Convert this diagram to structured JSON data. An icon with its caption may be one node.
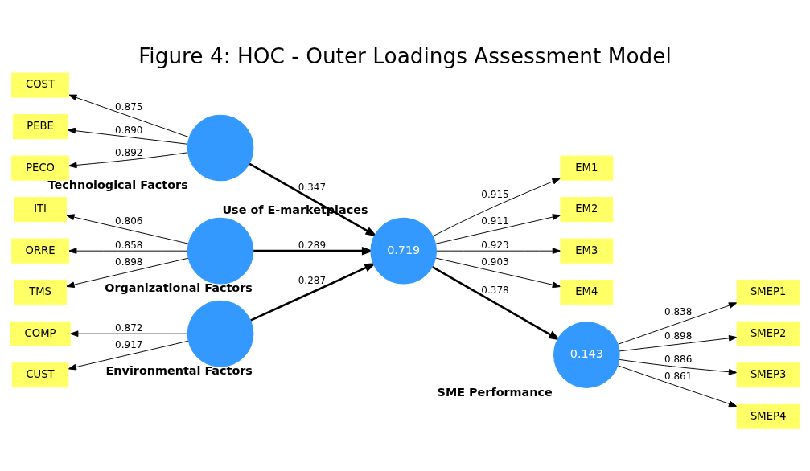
{
  "diagram": {
    "title": "Figure 4: HOC - Outer Loadings Assessment Model",
    "nodes": [
      {
        "text": [
          "COST"
        ]
      },
      {
        "text": [
          "PEBE"
        ]
      },
      {
        "text": [
          "PECO"
        ]
      },
      {
        "text": [
          "Technological Factors"
        ]
      },
      {
        "text": [
          "EM1"
        ]
      },
      {
        "text": [
          "EM2"
        ]
      },
      {
        "text": [
          "EM3"
        ]
      },
      {
        "text": [
          "EM4"
        ]
      },
      {
        "text": [
          "ITI"
        ]
      },
      {
        "text": [
          "ORRE"
        ]
      },
      {
        "text": [
          "TMS"
        ]
      },
      {
        "text": [
          "Organizational Factors"
        ]
      },
      {
        "text": [
          "0.719",
          "Use of E-marketplaces"
        ]
      },
      {
        "text": [
          "0.143",
          "SME Performance"
        ]
      },
      {
        "text": [
          "SMEP1"
        ]
      },
      {
        "text": [
          "SMEP2"
        ]
      },
      {
        "text": [
          "SMEP3"
        ]
      },
      {
        "text": [
          "SMEP4"
        ]
      },
      {
        "text": [
          "COMP"
        ]
      },
      {
        "text": [
          "CUST"
        ]
      },
      {
        "text": [
          "Environmental Factors"
        ]
      }
    ],
    "edges": [
      {
        "from": 3,
        "to": 0,
        "arrow": "to",
        "label": "0.875"
      },
      {
        "from": 3,
        "to": 1,
        "arrow": "to",
        "label": "0.890"
      },
      {
        "from": 3,
        "to": 2,
        "arrow": "to",
        "label": "0.892"
      },
      {
        "from": 3,
        "to": 12,
        "arrow": "to",
        "label": "0.347",
        "style": "thick"
      },
      {
        "from": 12,
        "to": 4,
        "arrow": "to",
        "label": "0.915"
      },
      {
        "from": 12,
        "to": 5,
        "arrow": "to",
        "label": "0.911"
      },
      {
        "from": 12,
        "to": 6,
        "arrow": "to",
        "label": "0.923"
      },
      {
        "from": 12,
        "to": 7,
        "arrow": "to",
        "label": "0.903"
      },
      {
        "from": 11,
        "to": 8,
        "arrow": "to",
        "label": "0.806"
      },
      {
        "from": 11,
        "to": 9,
        "arrow": "to",
        "label": "0.858"
      },
      {
        "from": 11,
        "to": 10,
        "arrow": "to",
        "label": "0.898"
      },
      {
        "from": 11,
        "to": 12,
        "arrow": "to",
        "label": "0.289",
        "style": "thick"
      },
      {
        "from": 20,
        "to": 18,
        "arrow": "to",
        "label": "0.872"
      },
      {
        "from": 20,
        "to": 19,
        "arrow": "to",
        "label": "0.917"
      },
      {
        "from": 20,
        "to": 12,
        "arrow": "to",
        "label": "0.287",
        "style": "thick"
      },
      {
        "from": 12,
        "to": 13,
        "arrow": "to",
        "label": "0.378",
        "style": "thick"
      },
      {
        "from": 13,
        "to": 14,
        "arrow": "to",
        "label": "0.838"
      },
      {
        "from": 13,
        "to": 15,
        "arrow": "to",
        "label": "0.898"
      },
      {
        "from": 13,
        "to": 16,
        "arrow": "to",
        "label": "0.886"
      },
      {
        "from": 13,
        "to": 17,
        "arrow": "to",
        "label": "0.861"
      }
    ]
  }
}
